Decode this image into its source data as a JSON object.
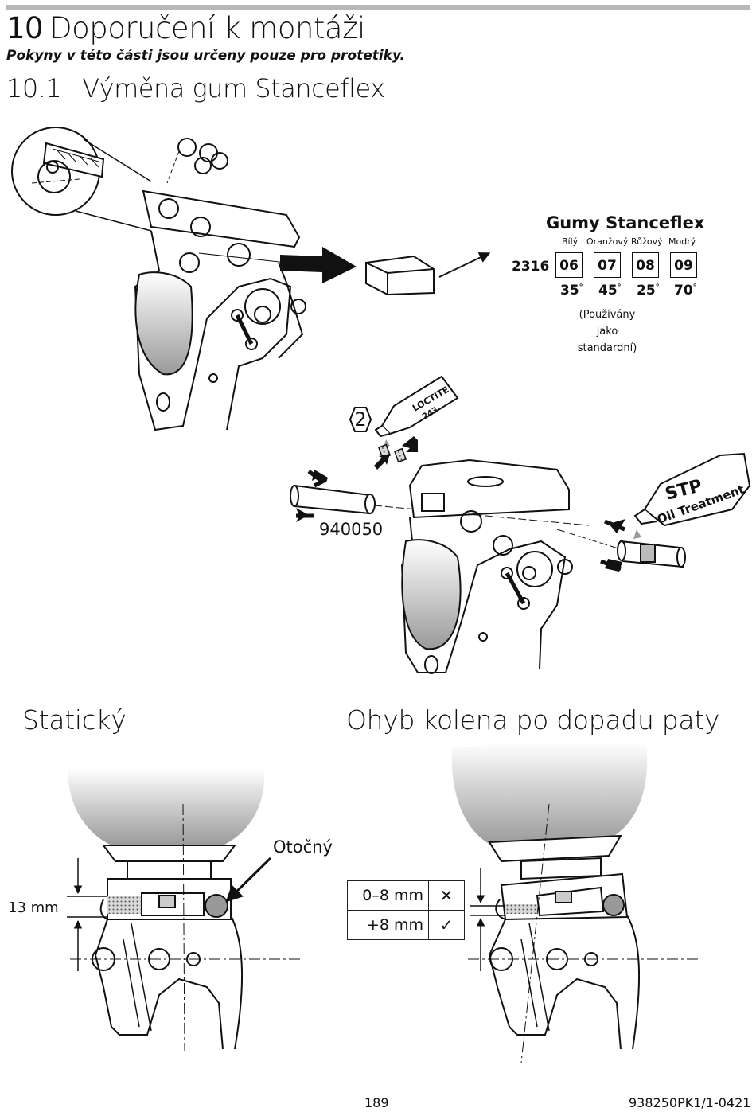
{
  "header": {
    "chapter_number": "10",
    "chapter_title": "Doporučení k montáži",
    "subtitle": "Pokyny v této části jsou určeny pouze pro protetiky.",
    "section_number": "10.1",
    "section_title": "Výměna gum Stanceflex"
  },
  "stanceflex": {
    "title": "Gumy Stanceflex",
    "prefix": "2316",
    "items": [
      {
        "color": "Bílý",
        "code": "06",
        "degree": "35"
      },
      {
        "color": "Oranžový",
        "code": "07",
        "degree": "45"
      },
      {
        "color": "Růžový",
        "code": "08",
        "degree": "25"
      },
      {
        "color": "Modrý",
        "code": "09",
        "degree": "70"
      }
    ],
    "degree_symbol": "°",
    "note_lines": [
      "(Používány",
      "jako",
      "standardní)"
    ]
  },
  "assembly": {
    "step_number": "2",
    "part_number": "940050",
    "loctite_label": "LOCTITE",
    "loctite_code": "243",
    "stp_label": "STP",
    "stp_sublabel": "Oil Treatment"
  },
  "static_view": {
    "title": "Statický",
    "dimension": "13 mm",
    "pivot_label": "Otočný"
  },
  "flexion_view": {
    "title": "Ohyb kolena po dopadu paty",
    "ranges": [
      {
        "value": "0–8 mm",
        "mark": "✕"
      },
      {
        "value": "+8 mm",
        "mark": "✓"
      }
    ]
  },
  "footer": {
    "page_number": "189",
    "doc_code": "938250PK1/1-0421"
  }
}
